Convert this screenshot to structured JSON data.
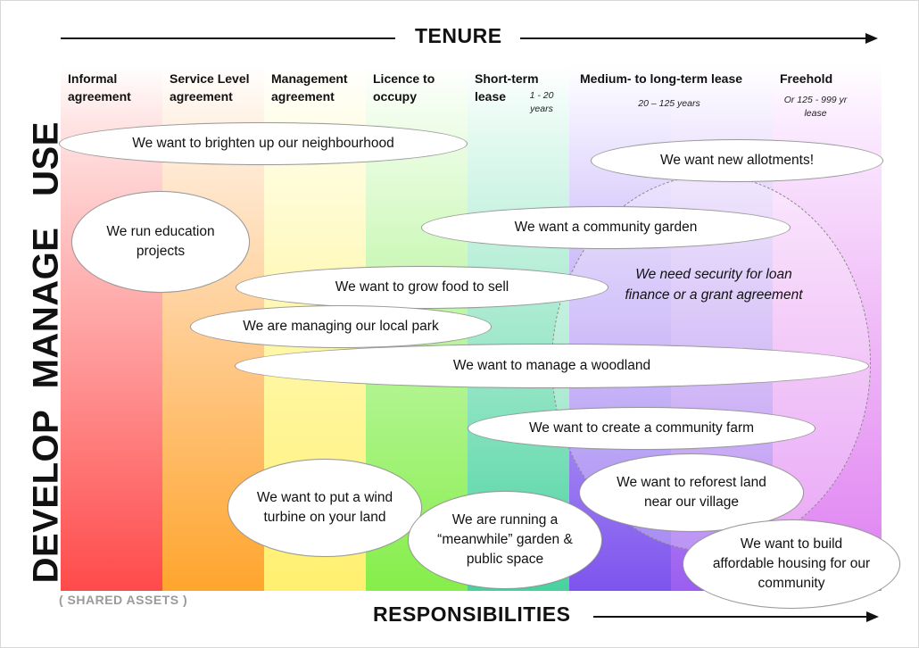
{
  "top_axis": {
    "title": "TENURE"
  },
  "bottom_axis": {
    "title": "RESPONSIBILITIES"
  },
  "side_labels": {
    "use": "USE",
    "manage": "MANAGE",
    "develop": "DEVELOP"
  },
  "columns": [
    {
      "title": "Informal agreement",
      "color": "#ff5252"
    },
    {
      "title": "Service Level agreement",
      "color": "#ffb36b"
    },
    {
      "title": "Management agreement",
      "color": "#fff49a"
    },
    {
      "title": "Licence to occupy",
      "color": "#9ef26a"
    },
    {
      "title": "Short-term lease",
      "sub": "1 - 20 years",
      "color": "#6fd9b0"
    },
    {
      "title": "Medium- to long-term lease",
      "sub": "20 – 125 years",
      "color": "#9d7ef0"
    },
    {
      "title": "Freehold",
      "sub": "Or 125 - 999 yr lease",
      "color": "#e59af0"
    }
  ],
  "bubbles": [
    "We want to brighten up our neighbourhood",
    "We want new allotments!",
    "We run education projects",
    "We want a community garden",
    "We want to grow food to sell",
    "We are managing our local park",
    "We want to manage a woodland",
    "We want to create a community farm",
    "We want to reforest land near our village",
    "We want to put a wind turbine on your land",
    "We are running a “meanwhile” garden & public space",
    "We want to build affordable housing for our community"
  ],
  "security_note": "We need security for loan finance or a grant agreement",
  "logo": "( SHARED ASSETS )"
}
